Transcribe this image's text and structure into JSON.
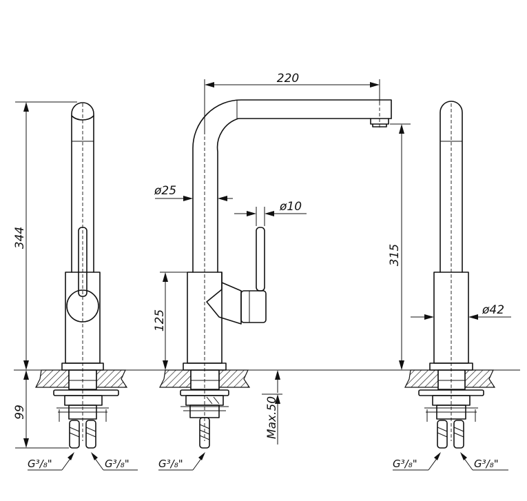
{
  "dimensions": {
    "spout_reach": "220",
    "spout_height": "315",
    "overall_height": "344",
    "body_height": "125",
    "below_deck": "99",
    "max_deck": "Max.50",
    "spout_dia": "ø25",
    "lever_dia": "ø10",
    "body_dia": "ø42"
  },
  "connections": {
    "left_view_left": "G³/₈\"",
    "left_view_right": "G³/₈\"",
    "center_view": "G³/₈\"",
    "right_view_left": "G³/₈\"",
    "right_view_right": "G³/₈\""
  }
}
